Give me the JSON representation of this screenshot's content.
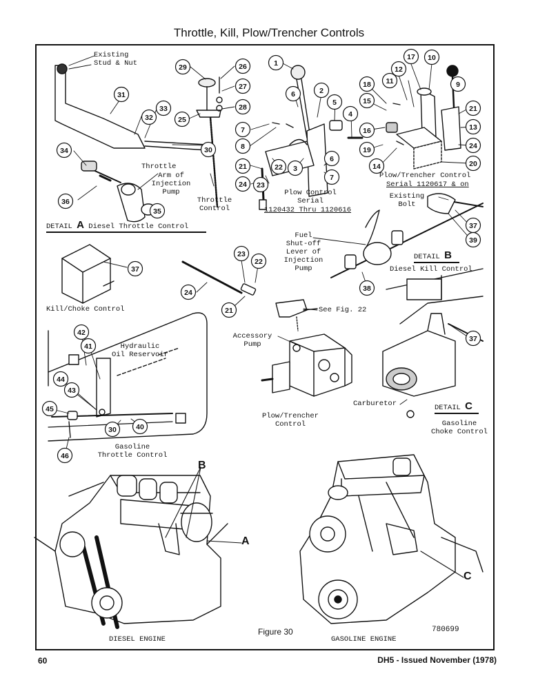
{
  "page": {
    "title": "Throttle, Kill, Plow/Trencher Controls",
    "figure_label": "Figure 30",
    "figure_number": "780699",
    "page_number": "60",
    "issue_line": "DH5 - Issued November (1978)"
  },
  "callouts": [
    "1",
    "2",
    "3",
    "4",
    "5",
    "6",
    "6",
    "7",
    "7",
    "8",
    "9",
    "10",
    "11",
    "12",
    "13",
    "14",
    "15",
    "16",
    "17",
    "18",
    "19",
    "20",
    "21",
    "21",
    "21",
    "22",
    "22",
    "23",
    "23",
    "24",
    "24",
    "24",
    "25",
    "26",
    "27",
    "28",
    "29",
    "30",
    "30",
    "31",
    "32",
    "33",
    "34",
    "35",
    "36",
    "37",
    "37",
    "37",
    "38",
    "39",
    "40",
    "41",
    "42",
    "43",
    "44",
    "45",
    "46"
  ],
  "labels": {
    "existing_stud_nut_1": "Existing",
    "existing_stud_nut_2": "Stud & Nut",
    "throttle_arm_1": "Throttle",
    "throttle_arm_2": "Arm of",
    "throttle_arm_3": "Injection",
    "throttle_arm_4": "Pump",
    "throttle_control_1": "Throttle",
    "throttle_control_2": "Control",
    "plow_control_1": "Plow Control",
    "plow_control_2": "Serial",
    "plow_control_3": "1120432 Thru 1120616",
    "plow_trencher_top_1": "Plow/Trencher Control",
    "plow_trencher_top_2": "Serial 1120617 & on",
    "existing_bolt_1": "Existing",
    "existing_bolt_2": "Bolt",
    "fuel_shutoff_1": "Fuel",
    "fuel_shutoff_2": "Shut-off",
    "fuel_shutoff_3": "Lever of",
    "fuel_shutoff_4": "Injection",
    "fuel_shutoff_5": "Pump",
    "detail_a_prefix": "DETAIL",
    "detail_a_letter": "A",
    "detail_a_text": "Diesel Throttle Control",
    "detail_b_prefix": "DETAIL",
    "detail_b_letter": "B",
    "detail_b_text": "Diesel Kill Control",
    "detail_c_prefix": "DETAIL",
    "detail_c_letter": "C",
    "detail_c_text_1": "Gasoline",
    "detail_c_text_2": "Choke Control",
    "kill_choke": "Kill/Choke Control",
    "see_fig": "See Fig. 22",
    "accessory_pump_1": "Accessory",
    "accessory_pump_2": "Pump",
    "hydraulic_1": "Hydraulic",
    "hydraulic_2": "Oil Reservoir",
    "plow_trencher_bottom_1": "Plow/Trencher",
    "plow_trencher_bottom_2": "Control",
    "carburetor": "Carburetor",
    "gasoline_throttle_1": "Gasoline",
    "gasoline_throttle_2": "Throttle Control",
    "diesel_engine": "DIESEL ENGINE",
    "gasoline_engine": "GASOLINE ENGINE",
    "letter_a": "A",
    "letter_b": "B",
    "letter_c": "C"
  }
}
